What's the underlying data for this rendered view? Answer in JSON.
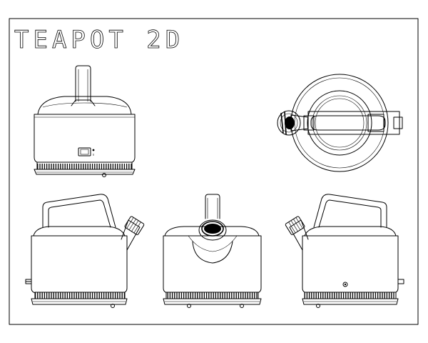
{
  "drawing": {
    "title": "TEAPOT 2D",
    "colors": {
      "background": "#ffffff",
      "line": "#000000"
    },
    "views": [
      {
        "id": "back",
        "icon": "teapot-back-view"
      },
      {
        "id": "top",
        "icon": "teapot-top-view"
      },
      {
        "id": "left",
        "icon": "teapot-left-side-view"
      },
      {
        "id": "front",
        "icon": "teapot-front-view"
      },
      {
        "id": "right",
        "icon": "teapot-right-side-view"
      }
    ]
  }
}
